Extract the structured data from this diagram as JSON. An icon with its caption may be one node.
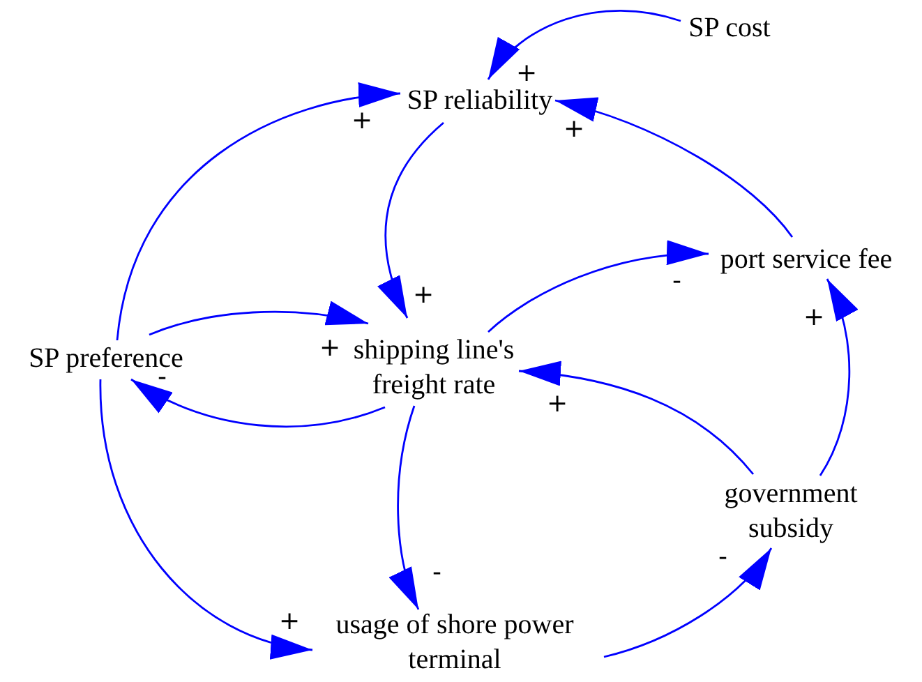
{
  "diagram": {
    "nodes": [
      {
        "text": [
          "SP cost"
        ]
      },
      {
        "text": [
          "SP reliability"
        ]
      },
      {
        "text": [
          "port service fee"
        ]
      },
      {
        "text": [
          "SP preference"
        ]
      },
      {
        "text": [
          "shipping line's freight rate"
        ]
      },
      {
        "text": [
          "government subsidy"
        ]
      },
      {
        "text": [
          "usage of shore power terminal"
        ]
      }
    ],
    "edges": [
      {
        "from": 0,
        "to": 1,
        "arrow": "to",
        "label": "+"
      },
      {
        "from": 3,
        "to": 1,
        "arrow": "to",
        "label": "+"
      },
      {
        "from": 2,
        "to": 1,
        "arrow": "to",
        "label": "+"
      },
      {
        "from": 1,
        "to": 4,
        "arrow": "to",
        "label": "+"
      },
      {
        "from": 4,
        "to": 2,
        "arrow": "to",
        "label": "-"
      },
      {
        "from": 3,
        "to": 4,
        "arrow": "to",
        "label": "+"
      },
      {
        "from": 4,
        "to": 3,
        "arrow": "to",
        "label": "-"
      },
      {
        "from": 5,
        "to": 2,
        "arrow": "to",
        "label": "+"
      },
      {
        "from": 5,
        "to": 4,
        "arrow": "to",
        "label": "+"
      },
      {
        "from": 4,
        "to": 6,
        "arrow": "to",
        "label": "-"
      },
      {
        "from": 3,
        "to": 6,
        "arrow": "to",
        "label": "+"
      },
      {
        "from": 6,
        "to": 5,
        "arrow": "to",
        "label": "-"
      }
    ]
  }
}
